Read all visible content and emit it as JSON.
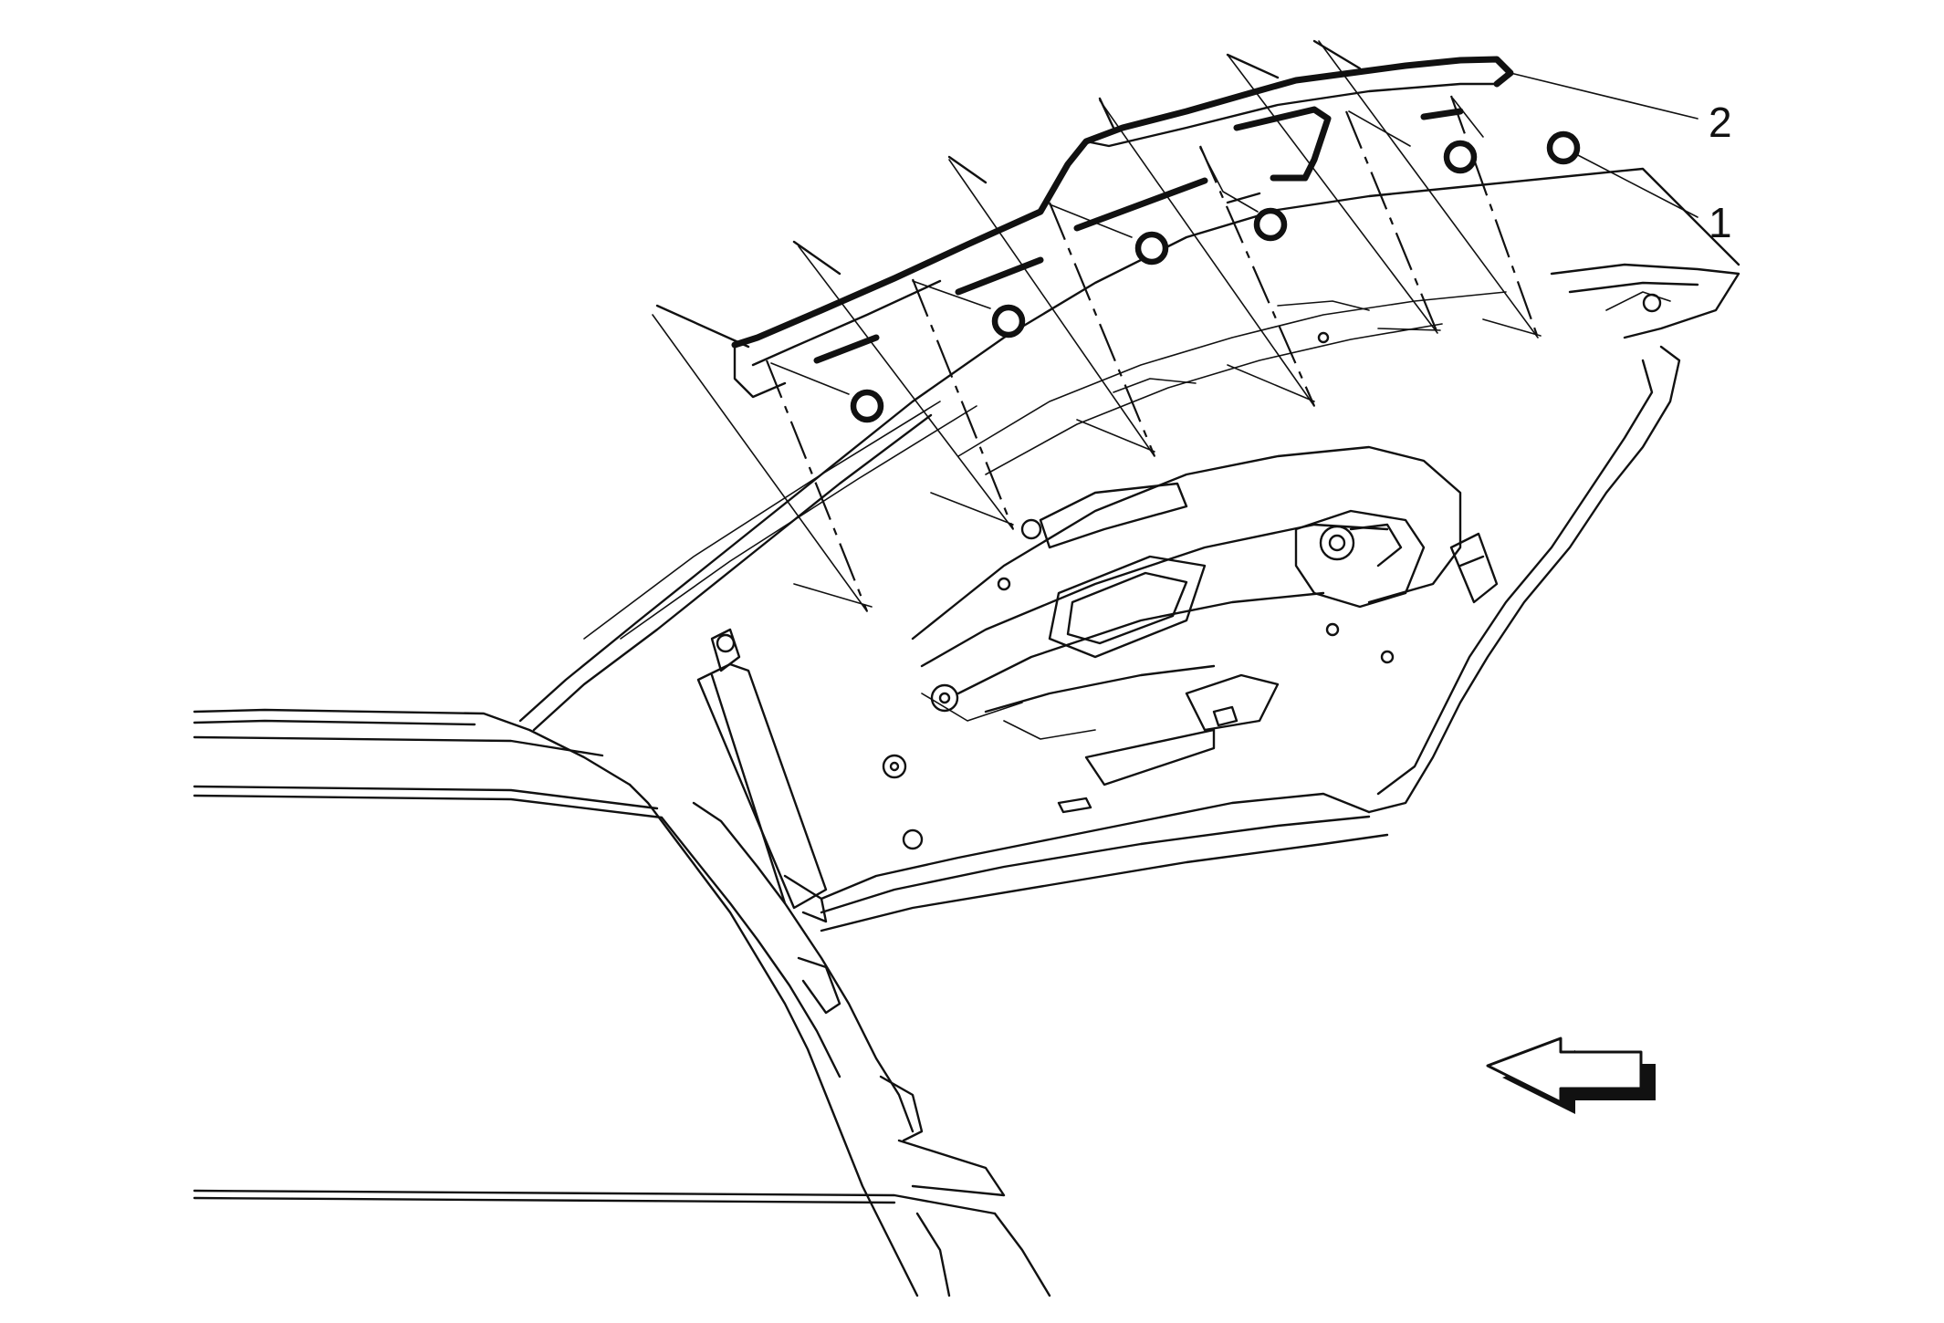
{
  "figure": {
    "callouts": [
      {
        "id": "1",
        "label": "1"
      },
      {
        "id": "2",
        "label": "2"
      }
    ],
    "direction_arrow": {
      "icon": "arrow-left-icon",
      "pointing": "left"
    },
    "colors": {
      "line": "#111111",
      "background": "#ffffff"
    }
  }
}
